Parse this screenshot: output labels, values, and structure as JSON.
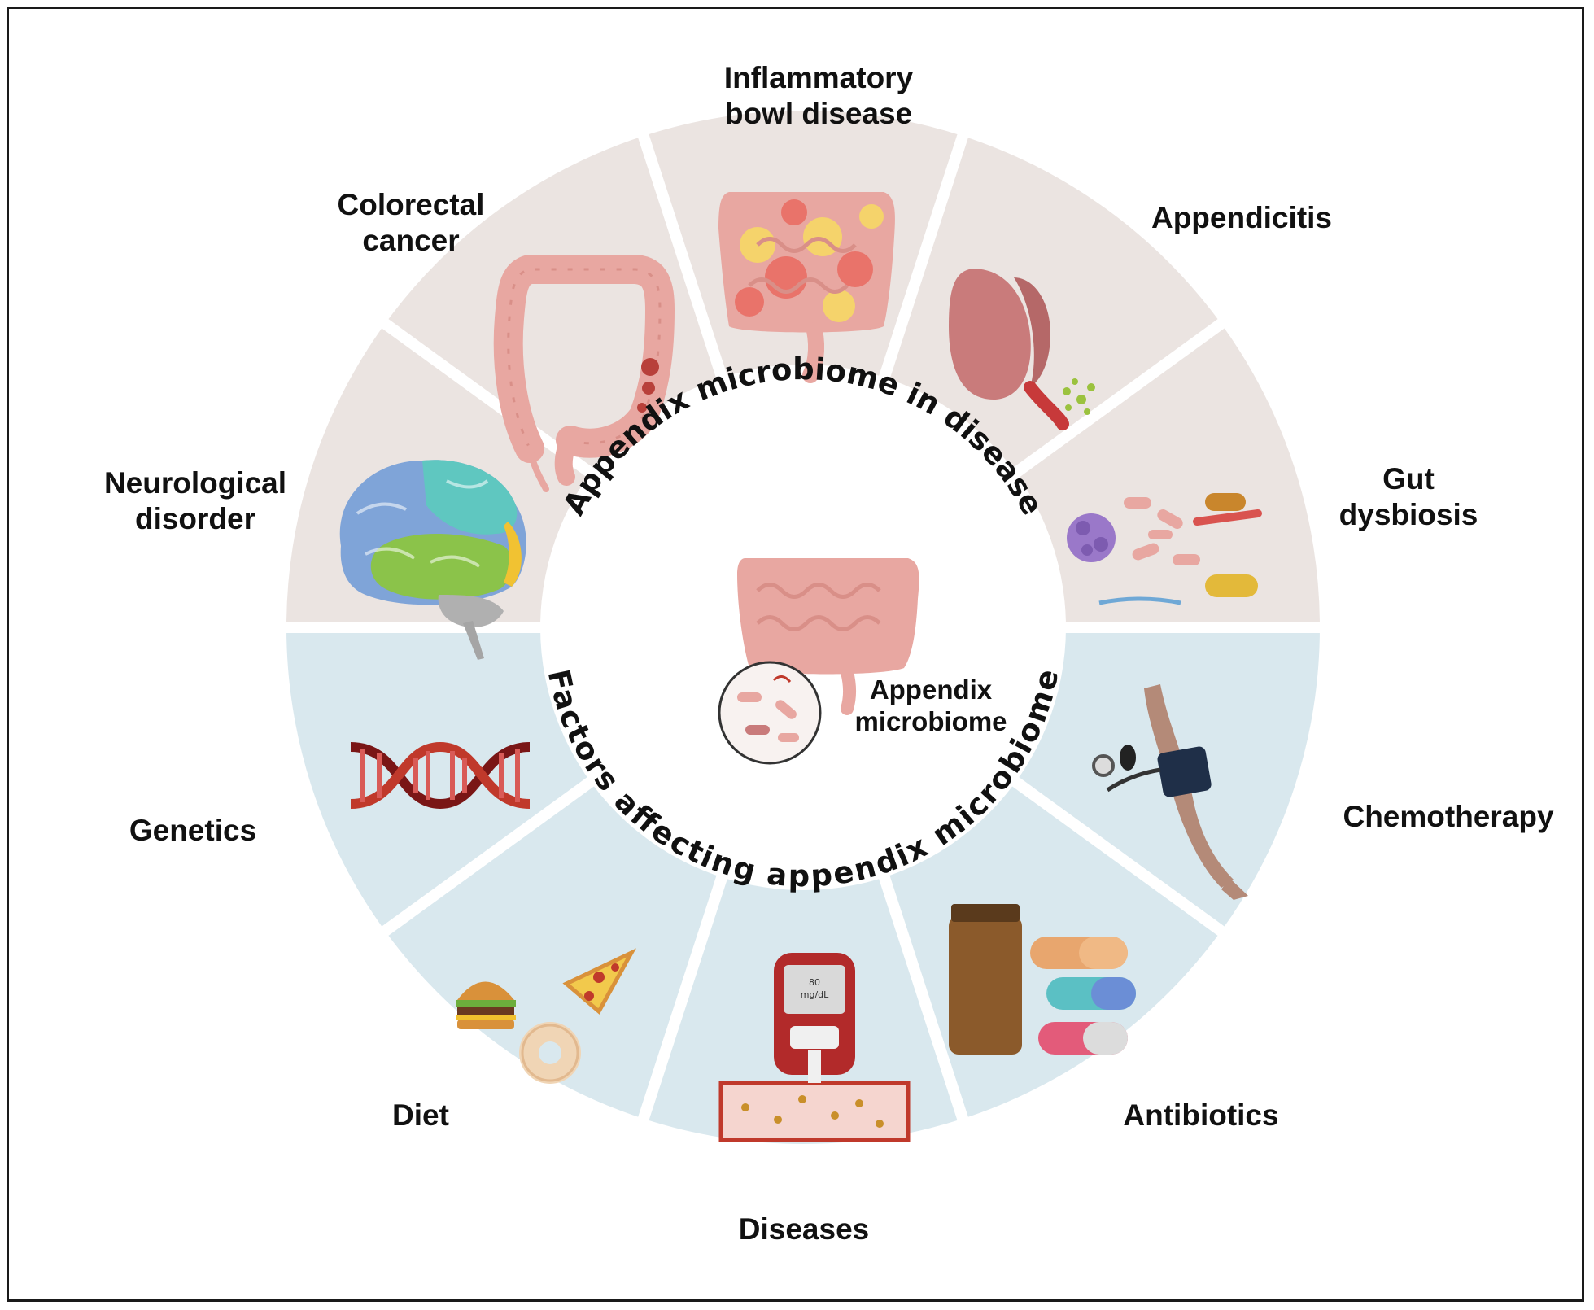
{
  "diagram": {
    "top_arc_title": "Appendix microbiome in disease",
    "bottom_arc_title": "Factors affecting appendix microbiome",
    "center_label": "Appendix\nmicrobiome",
    "colors": {
      "disease_segments": "#ebe4e1",
      "factor_segments": "#d9e8ee",
      "center": "#ffffff",
      "separator": "#ffffff",
      "frame_border": "#1a1a1a"
    },
    "disease_segments": [
      {
        "label": "Neurological\ndisorder",
        "icon": "brain-icon"
      },
      {
        "label": "Colorectal\ncancer",
        "icon": "colon-with-tumor-icon"
      },
      {
        "label": "Inflammatory\nbowl disease",
        "icon": "inflamed-intestine-icon"
      },
      {
        "label": "Appendicitis",
        "icon": "inflamed-appendix-icon"
      },
      {
        "label": "Gut\ndysbiosis",
        "icon": "bacteria-icon"
      }
    ],
    "factor_segments": [
      {
        "label": "Genetics",
        "icon": "dna-icon"
      },
      {
        "label": "Diet",
        "icon": "junk-food-icon"
      },
      {
        "label": "Diseases",
        "icon": "glucose-meter-icon"
      },
      {
        "label": "Antibiotics",
        "icon": "pills-icon"
      },
      {
        "label": "Chemotherapy",
        "icon": "arm-blood-pressure-icon"
      }
    ],
    "glucose_meter_reading": "80\nmg/dL"
  }
}
